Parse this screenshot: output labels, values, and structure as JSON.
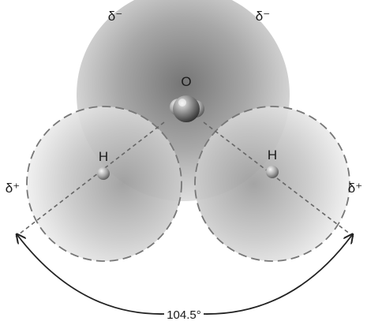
{
  "diagram": {
    "labels": {
      "oxygen": "O",
      "hydrogen_left": "H",
      "hydrogen_right": "H",
      "charge_top_left": "δ⁻",
      "charge_top_right": "δ⁻",
      "charge_left": "δ⁺",
      "charge_right": "δ⁺",
      "bond_angle": "104.5°"
    },
    "colors": {
      "electron_cloud": "#8c8c8c",
      "cloud_outline": "#777777",
      "bond_line": "#666666",
      "angle_arrow": "#222222"
    }
  }
}
